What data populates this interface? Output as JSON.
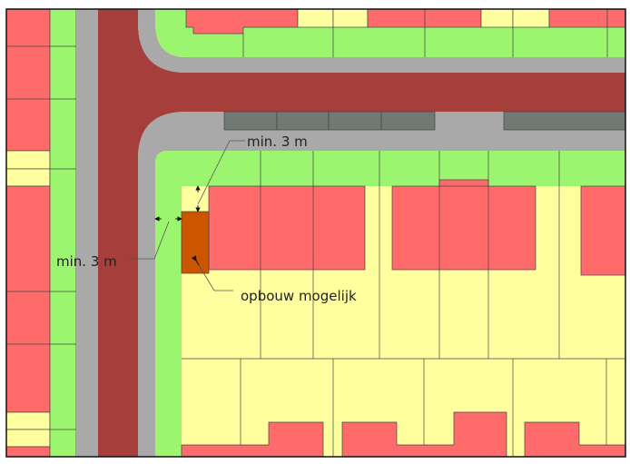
{
  "labels": {
    "distance_top": "min. 3 m",
    "distance_side": "min. 3 m",
    "extension": "opbouw mogelijk"
  },
  "colors": {
    "road": "#a63e3c",
    "sidewalk": "#a9a9a9",
    "green": "#9cf56f",
    "house": "#ff6b6b",
    "yard": "#ffff9f",
    "parking": "#727873",
    "extension": "#cc5500"
  }
}
